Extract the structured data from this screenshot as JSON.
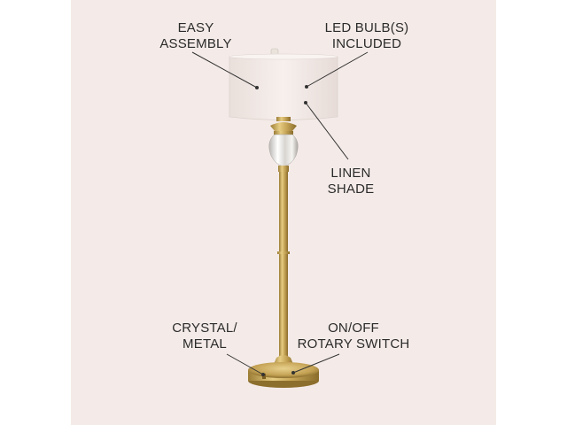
{
  "callouts": {
    "easy_assembly": [
      "EASY",
      "ASSEMBLY"
    ],
    "led_bulbs": [
      "LED BULB(S)",
      "INCLUDED"
    ],
    "linen_shade": [
      "LINEN",
      "SHADE"
    ],
    "crystal_metal": [
      "CRYSTAL/",
      "METAL"
    ],
    "rotary_switch": [
      "ON/OFF",
      "ROTARY SWITCH"
    ]
  },
  "colors": {
    "background": "#f4ebe8",
    "shade": "#f2e9e6",
    "brass": "#c9a85a",
    "text": "#2b2b2b"
  }
}
